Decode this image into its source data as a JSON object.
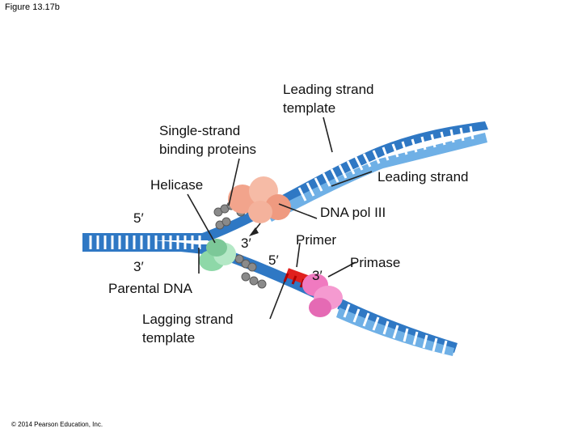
{
  "figure_title": "Figure 13.17b",
  "copyright": "© 2014 Pearson Education, Inc.",
  "labels": {
    "leading_strand_template_1": "Leading strand",
    "leading_strand_template_2": "template",
    "ssb_1": "Single-strand",
    "ssb_2": "binding proteins",
    "leading_strand": "Leading strand",
    "helicase": "Helicase",
    "dna_pol": "DNA pol III",
    "primer": "Primer",
    "primase": "Primase",
    "parental_dna": "Parental DNA",
    "lagging_template_1": "Lagging strand",
    "lagging_template_2": "template"
  },
  "ends": {
    "five_prime_left": "5′",
    "three_prime_left": "3′",
    "three_prime_mid": "3′",
    "five_prime_mid": "5′",
    "three_prime_primer": "3′"
  },
  "colors": {
    "dna_strand": "#2f78c4",
    "dna_strand_light": "#6fb0e6",
    "helicase": "#8ed8a8",
    "ssb": "#9a9a9a",
    "dna_pol": "#f2a48c",
    "primer": "#e0201e",
    "primase": "#f07ac0"
  }
}
